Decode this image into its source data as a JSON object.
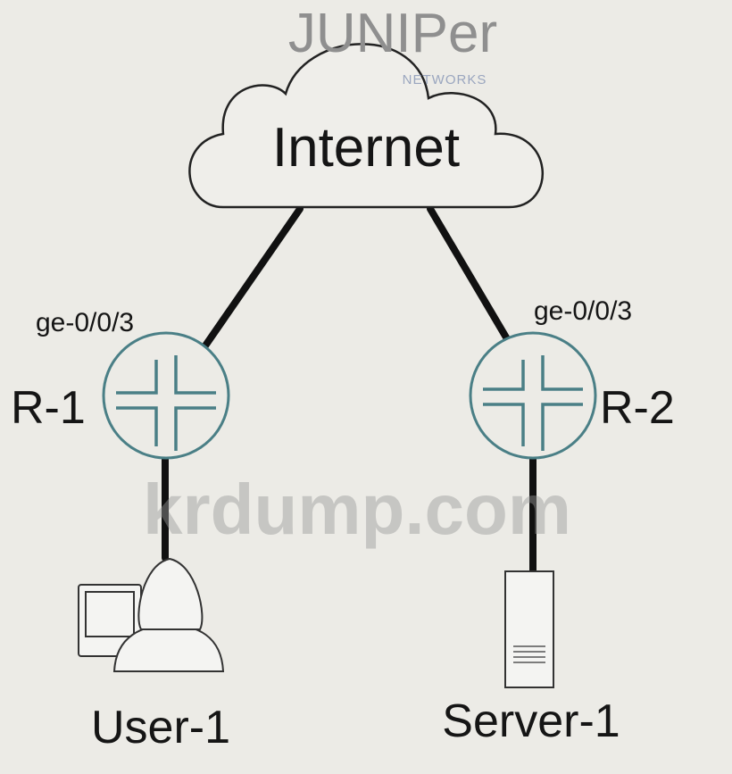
{
  "logo": {
    "brand": "JUNIPer",
    "sub": "NETWORKS"
  },
  "cloud": {
    "label": "Internet"
  },
  "routers": [
    {
      "name": "R-1",
      "interface": "ge-0/0/3"
    },
    {
      "name": "R-2",
      "interface": "ge-0/0/3"
    }
  ],
  "hosts": [
    {
      "name": "User-1"
    },
    {
      "name": "Server-1"
    }
  ],
  "watermark": "krdump.com",
  "colors": {
    "router": "#4a7f86",
    "line": "#111111",
    "logo": "#8f8f8f",
    "logo_sub": "#9aa6bf"
  }
}
